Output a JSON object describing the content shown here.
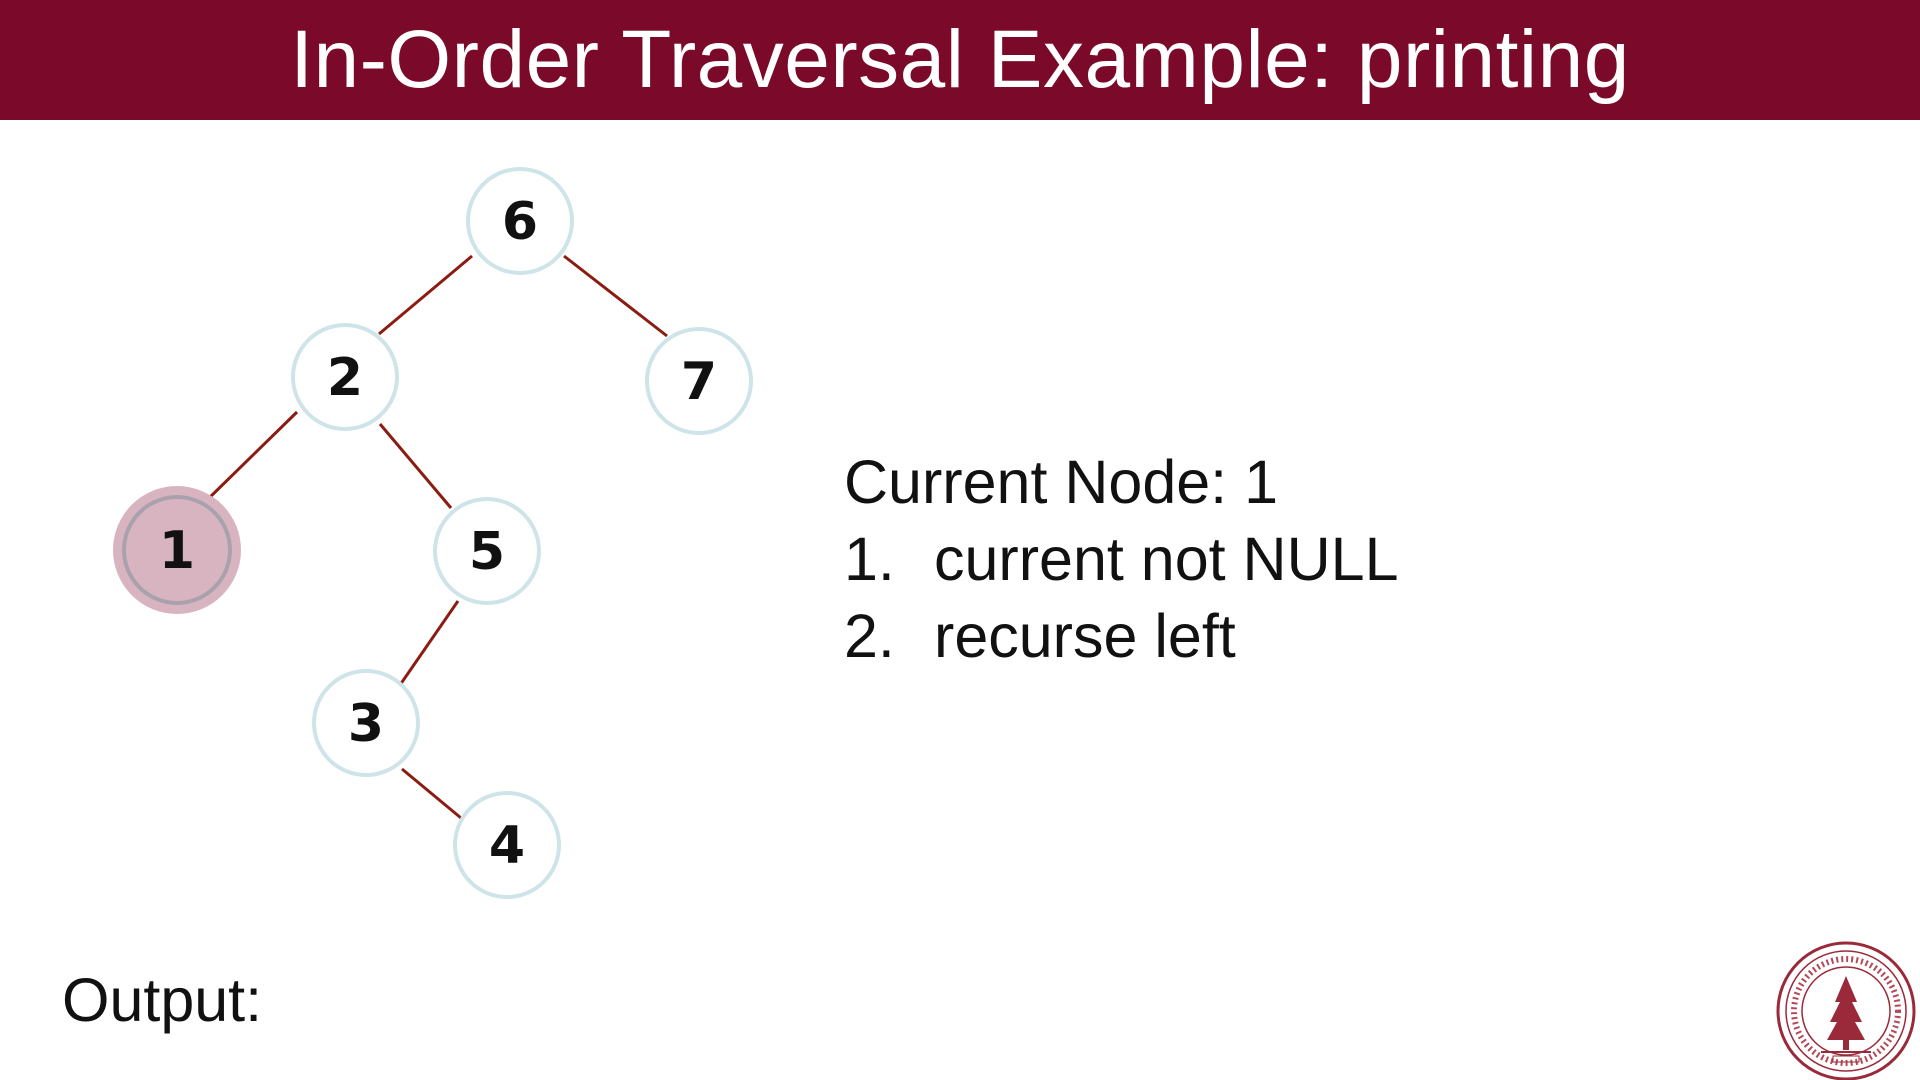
{
  "slide": {
    "title": "In-Order Traversal Example: printing",
    "colors": {
      "title_bar": "#7b0a2a",
      "edge": "#8b1c12",
      "node_border": "#cfe4e8",
      "highlight_fill": "#d8b4c0",
      "highlight_ring": "#a9a2ad",
      "text": "#111111"
    }
  },
  "tree": {
    "nodes": [
      {
        "id": "n6",
        "label": "6"
      },
      {
        "id": "n2",
        "label": "2"
      },
      {
        "id": "n7",
        "label": "7"
      },
      {
        "id": "n1",
        "label": "1",
        "highlighted": true
      },
      {
        "id": "n5",
        "label": "5"
      },
      {
        "id": "n3",
        "label": "3"
      },
      {
        "id": "n4",
        "label": "4"
      }
    ],
    "edges": [
      {
        "from": "n6",
        "to": "n2"
      },
      {
        "from": "n6",
        "to": "n7"
      },
      {
        "from": "n2",
        "to": "n1"
      },
      {
        "from": "n2",
        "to": "n5"
      },
      {
        "from": "n5",
        "to": "n3"
      },
      {
        "from": "n3",
        "to": "n4"
      }
    ]
  },
  "status": {
    "current_node": "Current Node: 1",
    "steps": [
      {
        "num": "1.",
        "text": "current not NULL"
      },
      {
        "num": "2.",
        "text": "recurse left"
      }
    ]
  },
  "output": {
    "label": "Output:"
  },
  "seal": {
    "icon": "university-seal-icon"
  }
}
